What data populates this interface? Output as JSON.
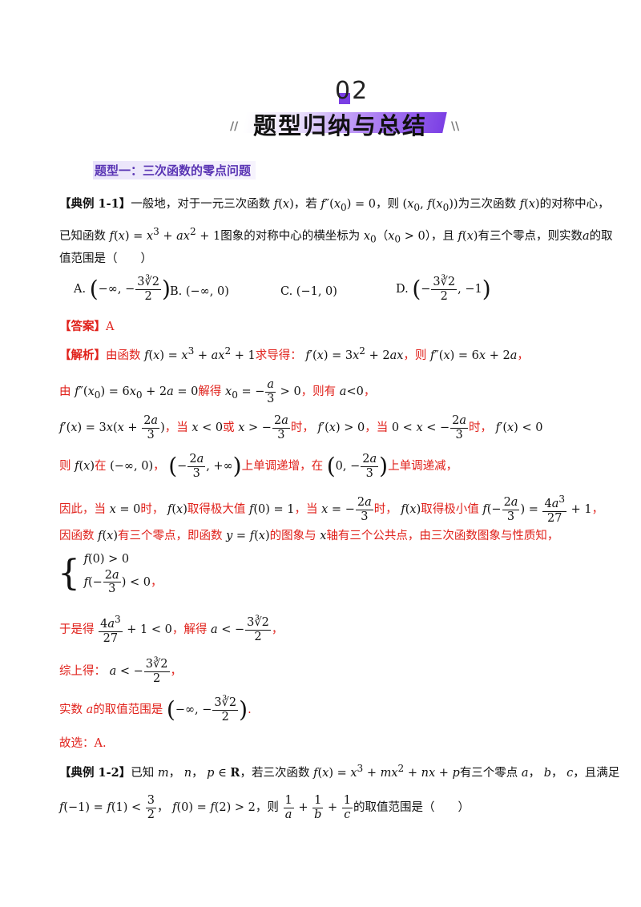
{
  "header": {
    "number": "02",
    "title": "题型归纳与总结",
    "left_slash": "//",
    "right_slash": "\\\\"
  },
  "section": {
    "label": "题型一：三次函数的零点问题"
  },
  "example1": {
    "tag": "【典例 1-1】",
    "s1": "一般地，对于一元三次函数",
    "s2": "，若",
    "s3": "，则",
    "s4": "为三次函数",
    "s5": "的对称中心，",
    "s6": "已知函数",
    "s7": "图象的对称中心的横坐标为",
    "s8": "（",
    "s9": "），且",
    "s10": "有三个零点，则实数",
    "s11": "的取",
    "s12": "值范围是（　　）",
    "opt_a": "A.",
    "opt_b": "B.",
    "opt_c": "C.",
    "opt_d": "D."
  },
  "answer": {
    "tag": "【答案】",
    "value": "A"
  },
  "analysis": {
    "tag": "【解析】",
    "l1a": "由函数",
    "l1b": "求导得：",
    "l1c": "，则",
    "l1d": "，",
    "l2a": "由",
    "l2b": "解得",
    "l2c": "，则有",
    "l2d": "，",
    "l3a": "，当",
    "l3b": "或",
    "l3c": "时，",
    "l3d": "，当",
    "l3e": "时，",
    "l4a": "则",
    "l4b": "在",
    "l4c": "，",
    "l4d": "上单调递增，在",
    "l4e": "上单调递减，",
    "l5a": "因此，当",
    "l5b": "时，",
    "l5c": "取得极大值",
    "l5d": "，当",
    "l5e": "时，",
    "l5f": "取得极小值",
    "l5g": "，",
    "l6a": "因函数",
    "l6b": "有三个零点，即函数",
    "l6c": "的图象与",
    "l6d": "轴有三个公共点，由三次函数图象与性质知，",
    "l7end": "，",
    "l8a": "于是得",
    "l8b": "，解得",
    "l8c": "，",
    "l9a": "综上得：",
    "l9b": "，",
    "l10a": "实数",
    "l10b": "的取值范围是",
    "l10c": ".",
    "l11": "故选：A."
  },
  "example2": {
    "tag": "【典例 1-2】",
    "s1": "已知",
    "s2": "，",
    "s3": "，",
    "s4": "，若三次函数",
    "s5": "有三个零点",
    "s6": "，",
    "s7": "，",
    "s8": "，且满足",
    "s9": "，",
    "s10": "，则",
    "s11": "的取值范围是（　　）"
  }
}
